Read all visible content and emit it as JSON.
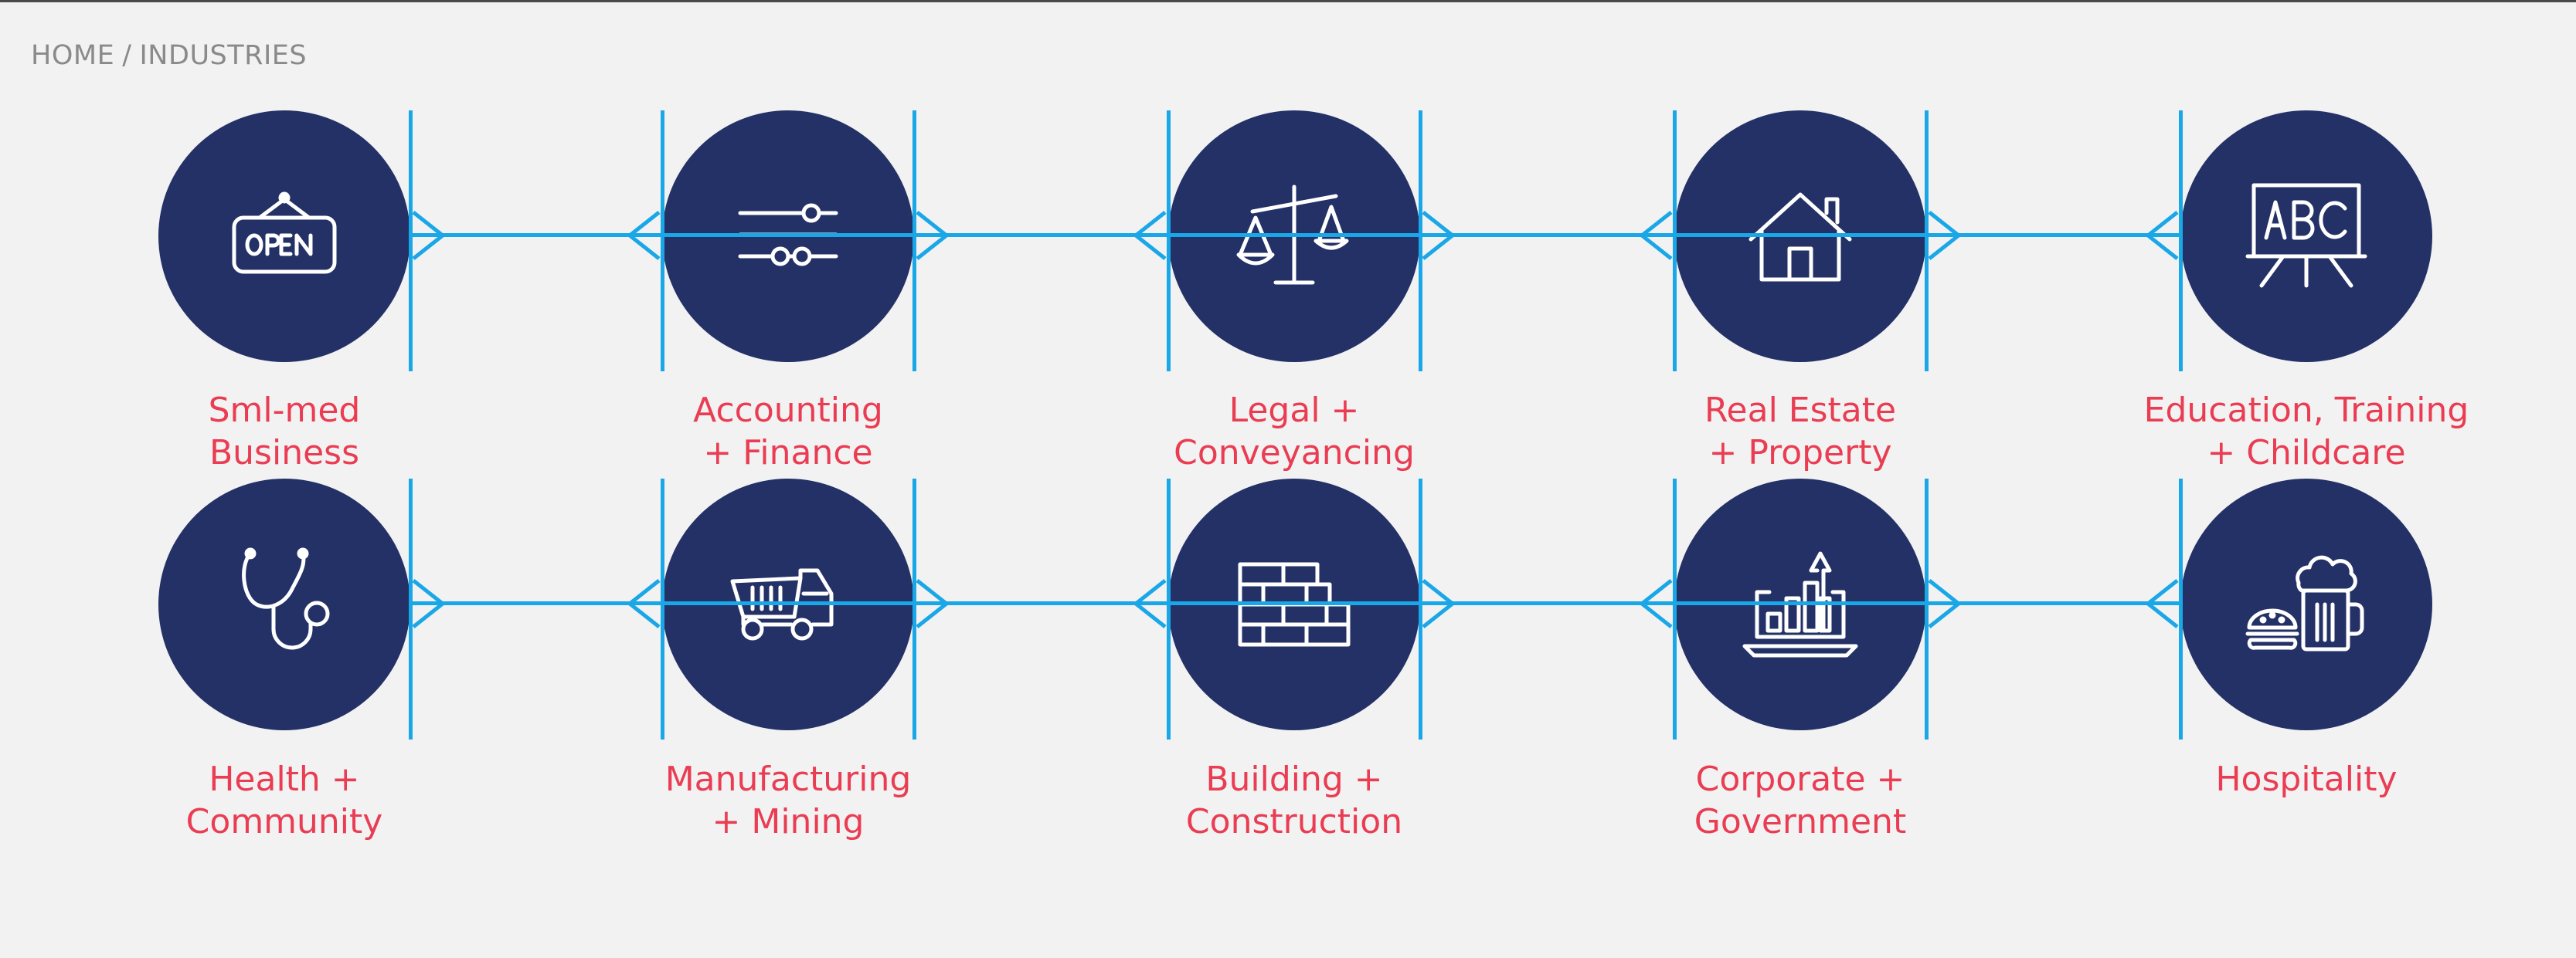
{
  "breadcrumb": {
    "home": "HOME",
    "separator": "/",
    "current": "INDUSTRIES"
  },
  "colors": {
    "circle": "#233166",
    "line": "#1aa7e8",
    "label": "#ea3c52",
    "breadcrumb": "#8a8a8a"
  },
  "industries": [
    {
      "line1": "Sml-med",
      "line2": "Business",
      "icon": "open-sign-icon"
    },
    {
      "line1": "Accounting",
      "line2": "+ Finance",
      "icon": "sliders-icon"
    },
    {
      "line1": "Legal +",
      "line2": "Conveyancing",
      "icon": "scales-icon"
    },
    {
      "line1": "Real Estate",
      "line2": "+ Property",
      "icon": "house-icon"
    },
    {
      "line1": "Education, Training",
      "line2": "+ Childcare",
      "icon": "abc-board-icon"
    },
    {
      "line1": "Health +",
      "line2": "Community",
      "icon": "stethoscope-icon"
    },
    {
      "line1": "Manufacturing",
      "line2": "+ Mining",
      "icon": "dump-truck-icon"
    },
    {
      "line1": "Building +",
      "line2": "Construction",
      "icon": "bricks-icon"
    },
    {
      "line1": "Corporate +",
      "line2": "Government",
      "icon": "laptop-chart-icon"
    },
    {
      "line1": "Hospitality",
      "line2": "",
      "icon": "burger-beer-icon"
    }
  ]
}
